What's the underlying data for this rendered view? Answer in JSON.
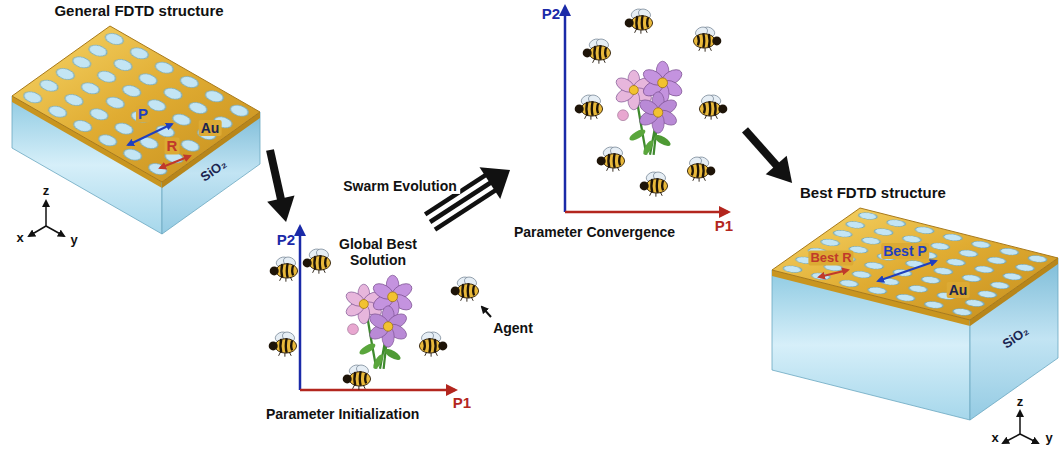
{
  "diagram": {
    "nodes": [
      {
        "text": [
          "General FDTD structure"
        ]
      },
      {
        "text": [
          "Parameter Initialization"
        ]
      },
      {
        "text": [
          "Parameter Convergence"
        ]
      },
      {
        "text": [
          "Best FDTD structure"
        ]
      }
    ],
    "edges": [
      {
        "from": 0,
        "to": 1,
        "arrow": "to"
      },
      {
        "from": 1,
        "to": 2,
        "arrow": "to",
        "label": "Swarm Evolution"
      },
      {
        "from": 2,
        "to": 3,
        "arrow": "to"
      }
    ],
    "labels": [
      "P",
      "R",
      "Au",
      "SiO₂",
      "z",
      "x",
      "y",
      "Global Best Solution",
      "Agent",
      "P2",
      "P1",
      "P2",
      "P1",
      "Best P",
      "Best R",
      "Au",
      "SiO₂",
      "z",
      "x",
      "y"
    ]
  }
}
